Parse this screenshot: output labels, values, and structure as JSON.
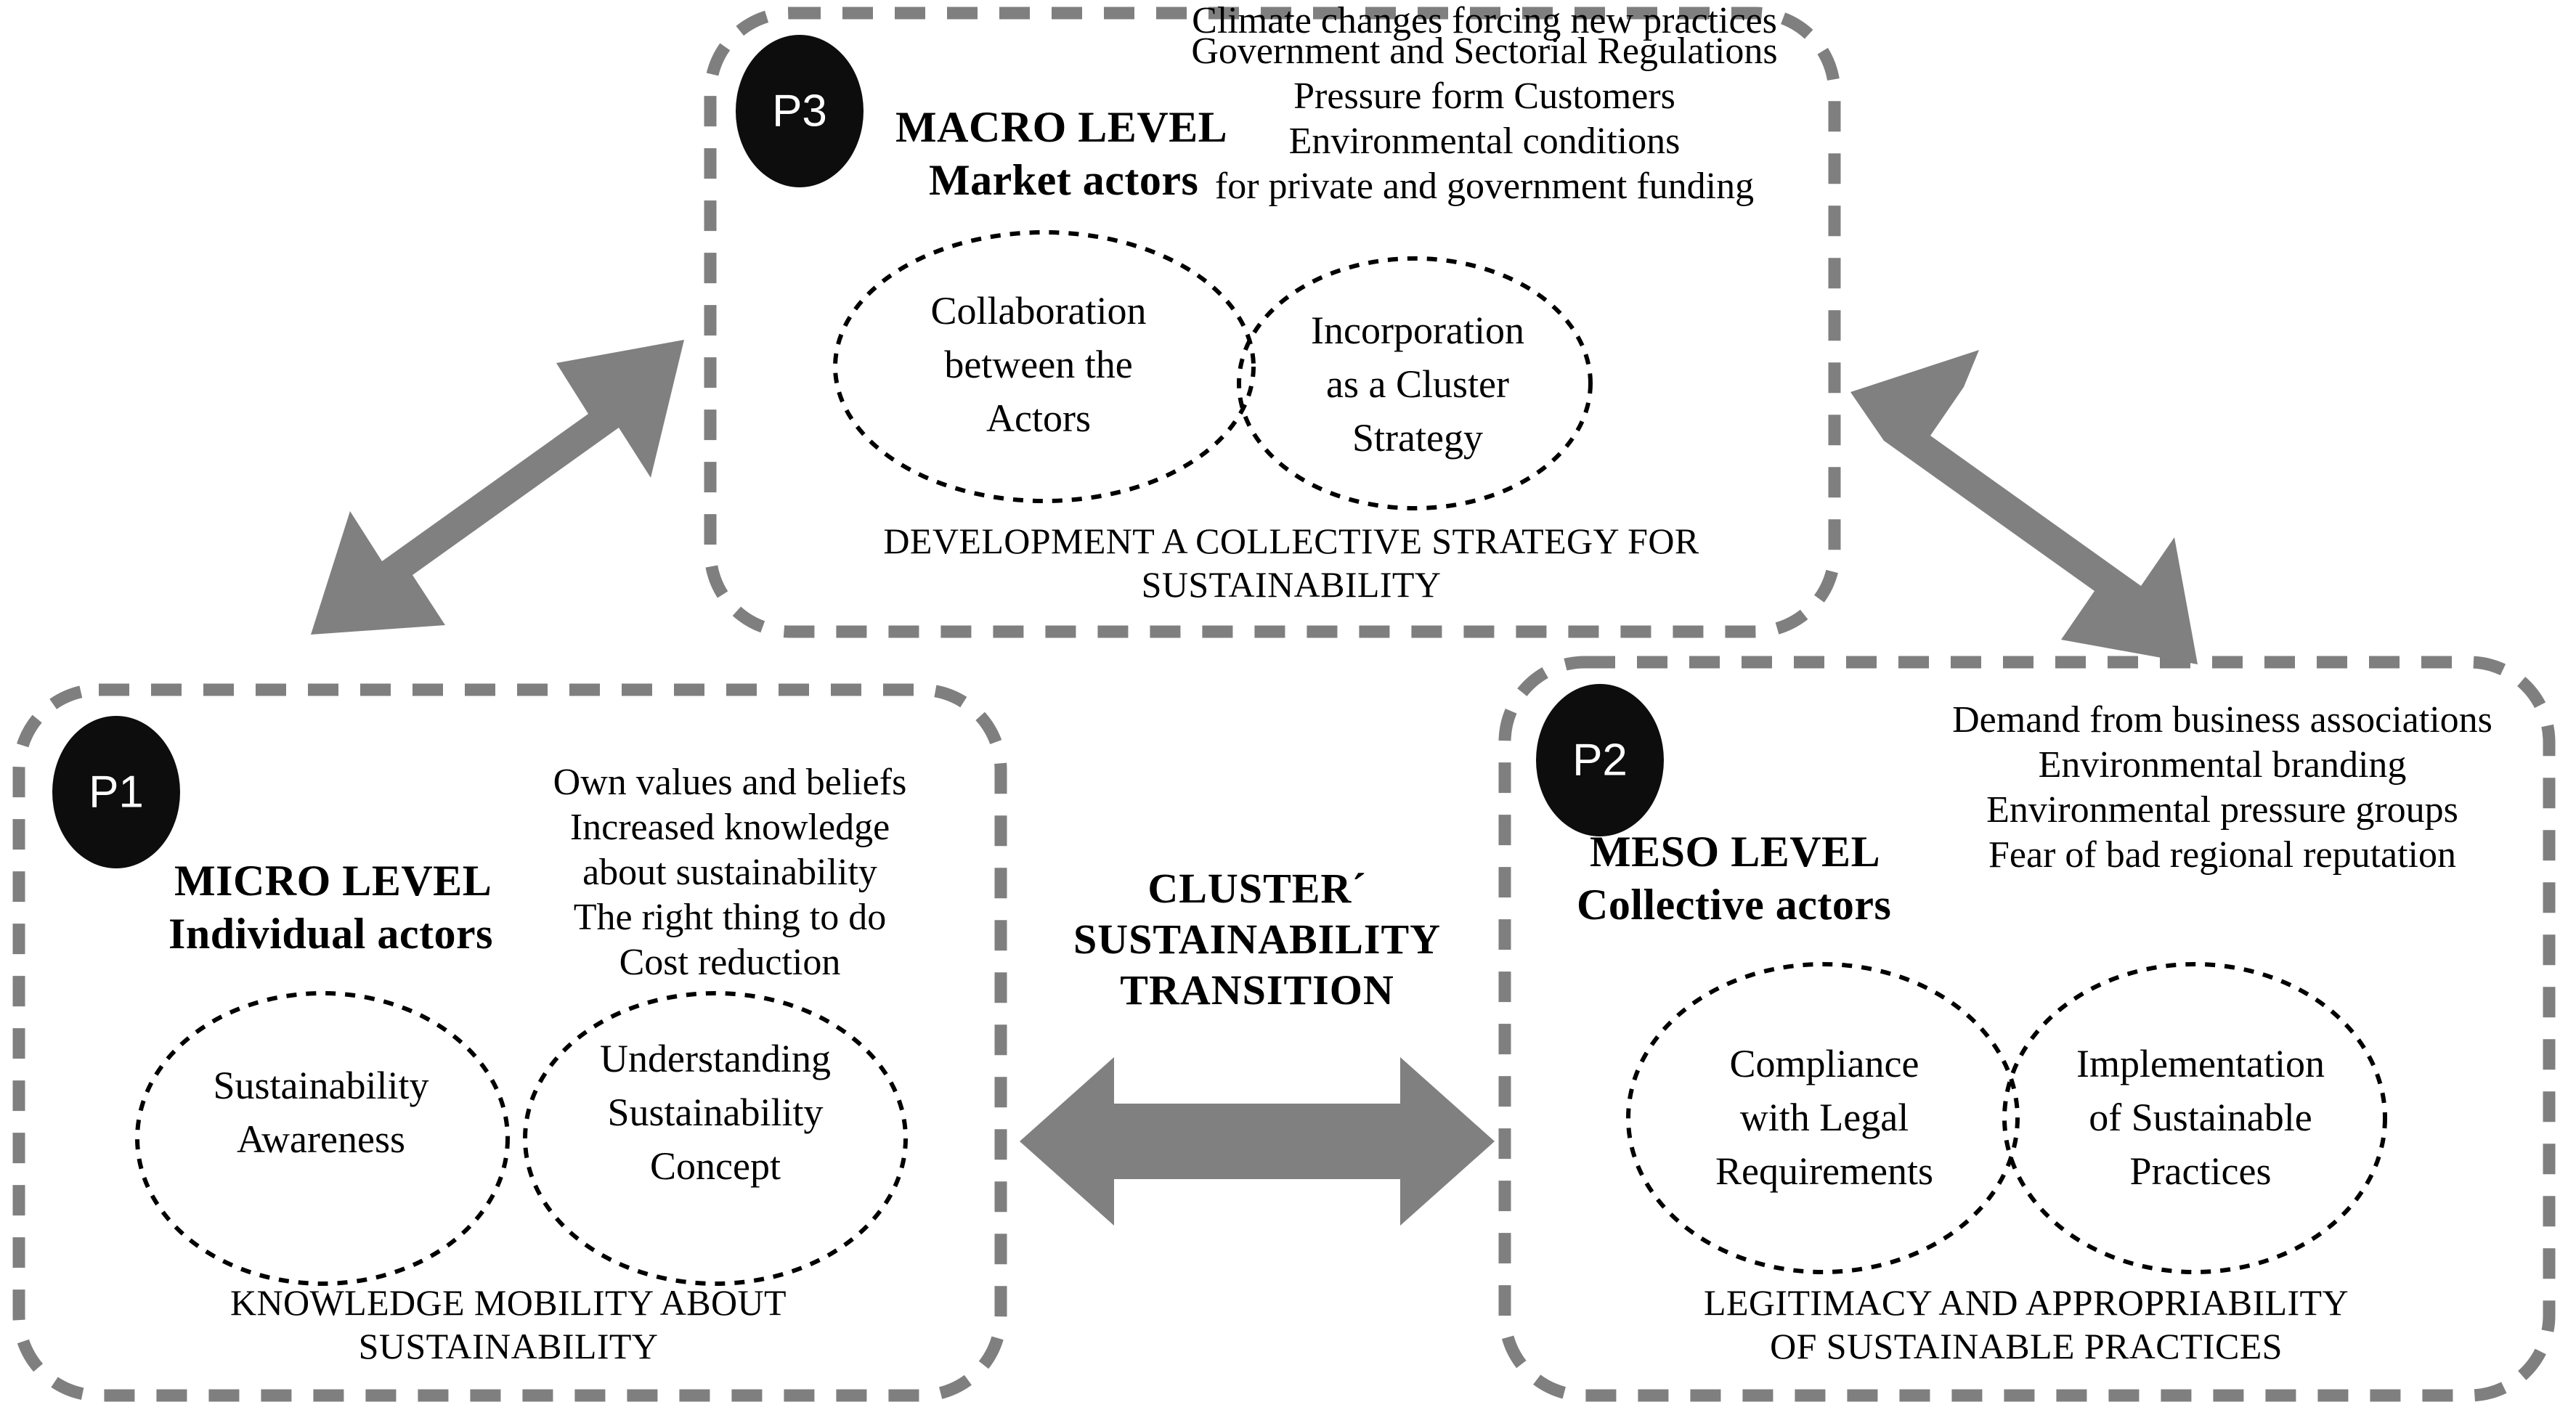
{
  "colors": {
    "panel_border": "#7f7f7f",
    "arrow_fill": "#808080",
    "badge_fill": "#0d0d0d",
    "badge_text": "#ffffff",
    "text": "#000000",
    "ellipse_stroke": "#000000",
    "background": "#ffffff"
  },
  "center": {
    "title_lines": [
      "CLUSTER´",
      "SUSTAINABILITY",
      "TRANSITION"
    ],
    "arrow_name": "horizontal-double-arrow"
  },
  "panels": [
    {
      "id": "P3",
      "badge": "P3",
      "level": "MACRO LEVEL",
      "actors": "Market actors",
      "drivers": [
        "Government and Sectorial Regulations",
        "Pressure form Customers",
        "Environmental conditions",
        "for private and government funding",
        "Climate changes forcing new practices"
      ],
      "venn": {
        "left_lines": [
          "Collaboration",
          "between the",
          "Actors"
        ],
        "right_lines": [
          "Incorporation",
          "as a Cluster",
          "Strategy"
        ]
      },
      "caption_lines": [
        "DEVELOPMENT A COLLECTIVE STRATEGY FOR",
        "SUSTAINABILITY"
      ]
    },
    {
      "id": "P1",
      "badge": "P1",
      "level": "MICRO LEVEL",
      "actors": "Individual actors",
      "drivers": [
        "Own values and beliefs",
        "Increased knowledge",
        "about sustainability",
        "The right thing to do",
        "Cost reduction"
      ],
      "venn": {
        "left_lines": [
          "Sustainability",
          "Awareness"
        ],
        "right_lines": [
          "Understanding",
          "Sustainability",
          "Concept"
        ]
      },
      "caption_lines": [
        "KNOWLEDGE MOBILITY ABOUT",
        "SUSTAINABILITY"
      ]
    },
    {
      "id": "P2",
      "badge": "P2",
      "level": "MESO LEVEL",
      "actors": "Collective actors",
      "drivers": [
        "Demand from business associations",
        "Environmental branding",
        "Environmental pressure groups",
        "Fear of bad regional reputation"
      ],
      "venn": {
        "left_lines": [
          "Compliance",
          "with Legal",
          "Requirements"
        ],
        "right_lines": [
          "Implementation",
          "of Sustainable",
          "Practices"
        ]
      },
      "caption_lines": [
        "LEGITIMACY AND APPROPRIABILITY",
        "OF SUSTAINABLE PRACTICES"
      ]
    }
  ],
  "arrows": [
    {
      "name": "arrow-p1-p3",
      "direction": "diagonal-up-right-double"
    },
    {
      "name": "arrow-p3-p2",
      "direction": "diagonal-down-right-double"
    },
    {
      "name": "arrow-p1-p2",
      "direction": "horizontal-double"
    }
  ]
}
